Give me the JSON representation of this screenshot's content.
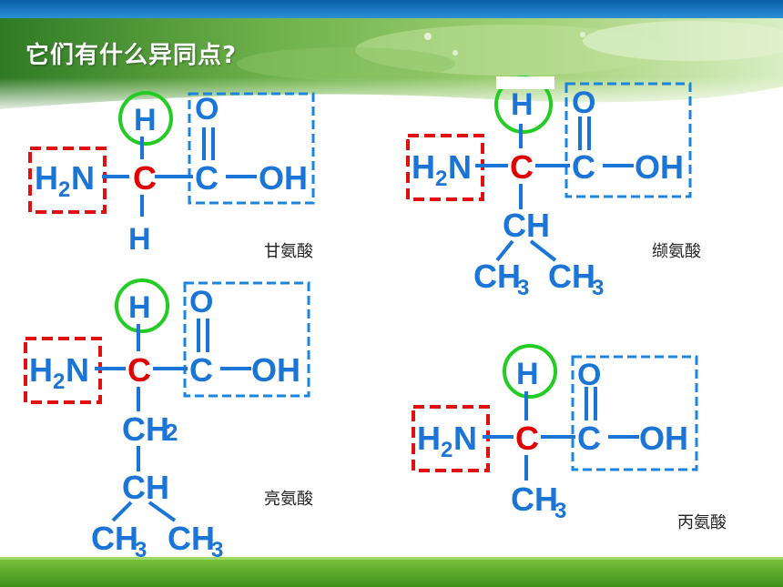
{
  "slide": {
    "title": "它们有什么异同点?"
  },
  "molecules": [
    {
      "name": "甘氨酸",
      "amino": {
        "h": "H",
        "sub": "2",
        "n": "N"
      },
      "alpha_c": "C",
      "top_h": "H",
      "carboxyl": {
        "o": "O",
        "c": "C",
        "oh": "OH"
      },
      "r_group": [
        "H"
      ]
    },
    {
      "name": "缬氨酸",
      "amino": {
        "h": "H",
        "sub": "2",
        "n": "N"
      },
      "alpha_c": "C",
      "top_h": "H",
      "carboxyl": {
        "o": "O",
        "c": "C",
        "oh": "OH"
      },
      "r_group": [
        "CH",
        "CH",
        "3",
        "CH",
        "3"
      ]
    },
    {
      "name": "亮氨酸",
      "amino": {
        "h": "H",
        "sub": "2",
        "n": "N"
      },
      "alpha_c": "C",
      "top_h": "H",
      "carboxyl": {
        "o": "O",
        "c": "C",
        "oh": "OH"
      },
      "r_group": [
        "CH",
        "2",
        "CH",
        "CH",
        "3",
        "CH",
        "3"
      ]
    },
    {
      "name": "丙氨酸",
      "amino": {
        "h": "H",
        "sub": "2",
        "n": "N"
      },
      "alpha_c": "C",
      "top_h": "H",
      "carboxyl": {
        "o": "O",
        "c": "C",
        "oh": "OH"
      },
      "r_group": [
        "CH",
        "3"
      ]
    }
  ],
  "colors": {
    "formula_blue": "#1a75d6",
    "alpha_carbon_red": "#e00000",
    "amino_box_red": "#e01010",
    "h_circle_green": "#22cc22",
    "carboxyl_box_blue": "#1a85e0",
    "header_green": "#4a9a3a",
    "footer_green": "#5ab028"
  }
}
